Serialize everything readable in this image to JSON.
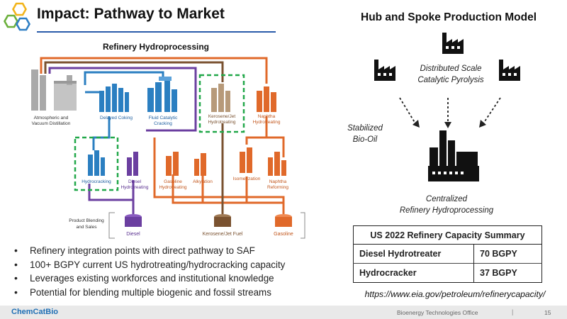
{
  "slide": {
    "title": "Impact: Pathway to Market",
    "bullets": [
      "Refinery integration points with direct pathway to SAF",
      "100+ BGPY current US hydrotreating/hydrocracking capacity",
      "Leverages existing workforces and institutional knowledge",
      "Potential for blending multiple biogenic and fossil streams"
    ]
  },
  "refinery": {
    "title": "Refinery Hydroprocessing",
    "units": {
      "atm_line1": "Atmospheric and",
      "atm_line2": "Vacuum Distillation",
      "coking": "Delayed Coking",
      "fcc_line1": "Fluid Catalytic",
      "fcc_line2": "Cracking",
      "kero_line1": "Kerosene/Jet",
      "kero_line2": "Hydrotreating",
      "naph_line1": "Naphtha",
      "naph_line2": "Hydrotreating",
      "hydrocracking": "Hydrocracking",
      "diesel_ht_line1": "Diesel",
      "diesel_ht_line2": "Hydrotreating",
      "gas_ht_line1": "Gasoline",
      "gas_ht_line2": "Hydrotreating",
      "alkylation": "Alkylation",
      "isomerization": "Isomerization",
      "reform_line1": "Naphtha",
      "reform_line2": "Reforming"
    },
    "blending_line1": "Product Blending",
    "blending_line2": "and Sales",
    "products": {
      "diesel": "Diesel",
      "jet": "Kerosene/Jet Fuel",
      "gasoline": "Gasoline"
    },
    "colors": {
      "blue": "#2b7fc1",
      "purple": "#6b3fa0",
      "brown": "#7a5230",
      "orange": "#e0692a",
      "green": "#22a84a",
      "gray": "#a9a9a9"
    }
  },
  "hub": {
    "title": "Hub and Spoke Production Model",
    "distributed_line1": "Distributed Scale",
    "distributed_line2": "Catalytic Pyrolysis",
    "oil_line1": "Stabilized",
    "oil_line2": "Bio-Oil",
    "central_line1": "Centralized",
    "central_line2": "Refinery Hydroprocessing",
    "icons": [
      "factory-icon",
      "refinery-icon"
    ]
  },
  "capacity_table": {
    "header": "US 2022 Refinery Capacity Summary",
    "rows": [
      {
        "label": "Diesel Hydrotreater",
        "value": "70 BGPY"
      },
      {
        "label": "Hydrocracker",
        "value": "37 BGPY"
      }
    ]
  },
  "source": "https://www.eia.gov/petroleum/refinerycapacity/",
  "footer": {
    "brand": "ChemCatBio",
    "office": "Bioenergy Technologies Office",
    "divider": "|",
    "page": "15"
  },
  "theme": {
    "accent": "#2a5caa",
    "logo_yellow": "#f2b41b",
    "logo_green": "#6bb03c",
    "logo_blue": "#2f7fc4"
  }
}
